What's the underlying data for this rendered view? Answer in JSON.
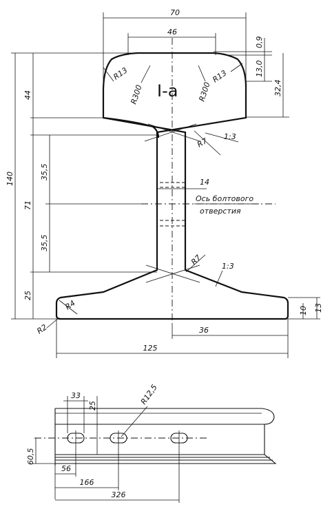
{
  "profile": {
    "type_label": "I-a",
    "dims": {
      "top_width": "70",
      "head_inner": "46",
      "head_top": "0,9",
      "head_side": "13,0",
      "head_height_right": "32,4",
      "total_height": "140",
      "head_height": "44",
      "web_height": "71",
      "web_half_top": "35,5",
      "web_half_bottom": "35,5",
      "base_height": "25",
      "web_thickness": "14",
      "base_edge": "10",
      "base_side": "13",
      "base_half": "36",
      "base_width": "125"
    },
    "radii": {
      "r13_left": "R13",
      "r300_left": "R300",
      "r300_right": "R300",
      "r13_right": "R13",
      "r7_top": "R7",
      "r7_bottom": "R7",
      "r4": "R4",
      "r2": "R2"
    },
    "slopes": {
      "top": "1:3",
      "bottom": "1:3"
    },
    "bolt_axis_line1": "Ось болтового",
    "bolt_axis_line2": "отверстия"
  },
  "side_view": {
    "dims": {
      "d33": "33",
      "d25": "25",
      "r125": "R12,5",
      "d605": "60,5",
      "d56": "56",
      "d166": "166",
      "d326": "326"
    }
  }
}
